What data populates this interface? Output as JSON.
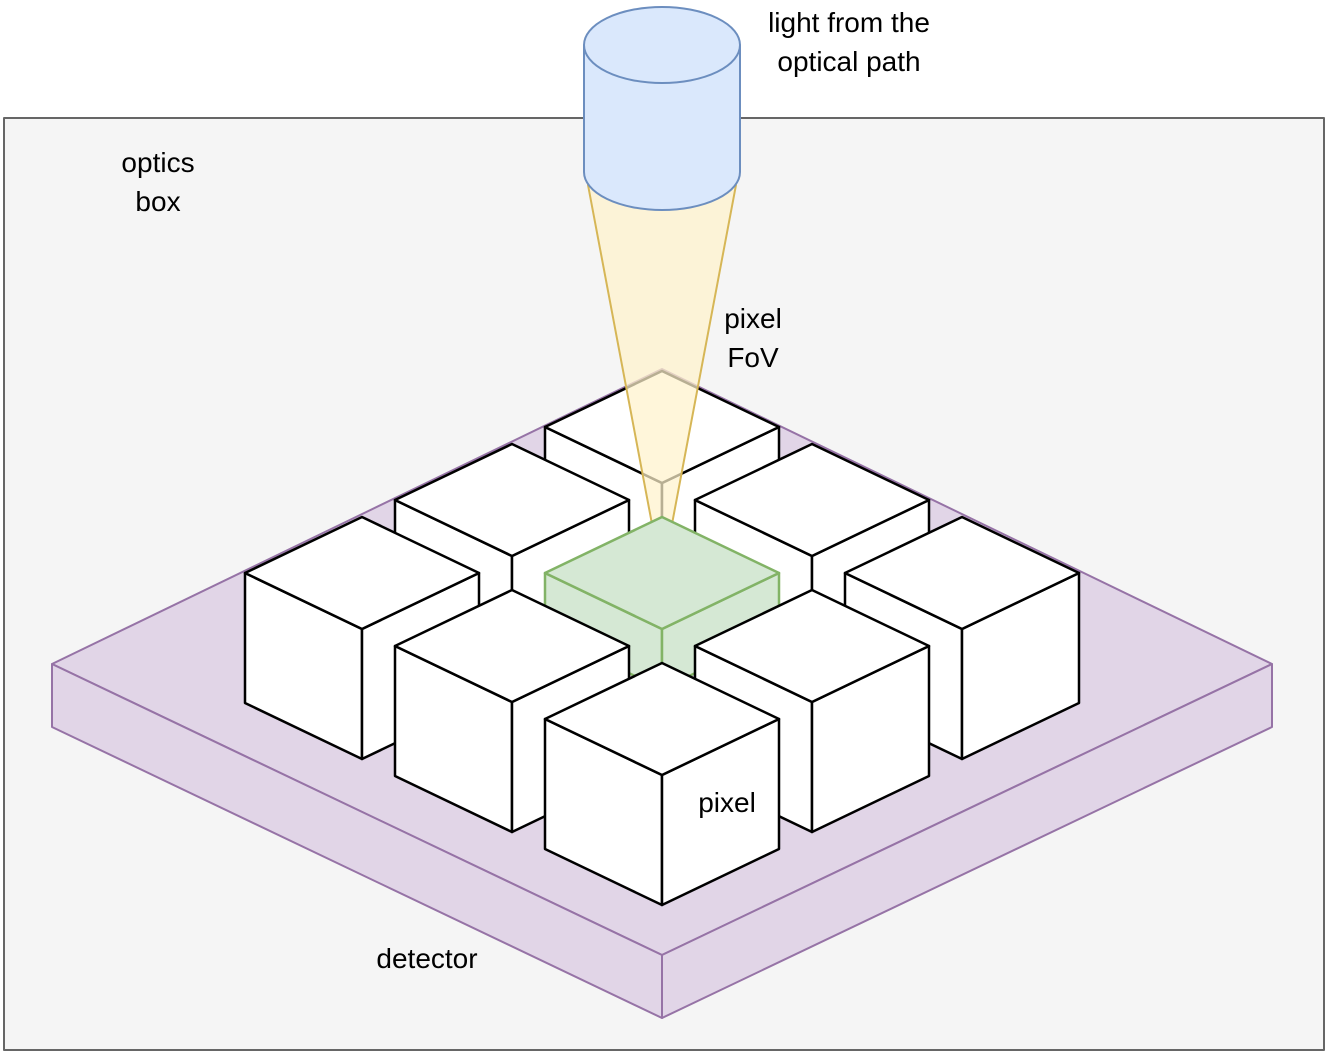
{
  "labels": {
    "light_line1": "light from the",
    "light_line2": "optical path",
    "optics_line1": "optics",
    "optics_line2": "box",
    "fov_line1": "pixel",
    "fov_line2": "FoV",
    "pixel": "pixel",
    "detector": "detector"
  },
  "colors": {
    "optics_box_fill": "#f5f5f5",
    "optics_box_stroke": "#666666",
    "detector_fill": "#e1d5e7",
    "detector_stroke": "#9673a6",
    "cylinder_fill": "#dae8fc",
    "cylinder_stroke": "#6c8ebf",
    "fov_fill": "#fff2cc",
    "fov_stroke": "#d6b656",
    "center_pixel_fill": "#d5e8d4",
    "center_pixel_stroke": "#82b366",
    "pixel_fill": "#ffffff",
    "pixel_stroke": "#000000"
  },
  "pixel_grid": {
    "rows": 3,
    "cols": 3,
    "highlighted": "center"
  }
}
